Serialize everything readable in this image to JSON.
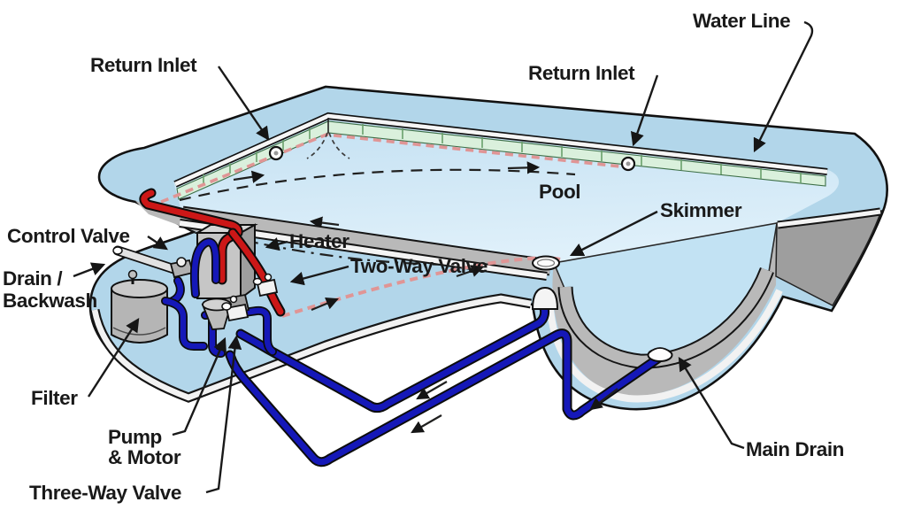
{
  "labels": {
    "water_line": "Water Line",
    "return_inlet_left": "Return Inlet",
    "return_inlet_right": "Return Inlet",
    "pool": "Pool",
    "skimmer": "Skimmer",
    "control_valve": "Control Valve",
    "heater": "Heater",
    "two_way_valve": "Two-Way Valve",
    "drain_backwash_line1": "Drain /",
    "drain_backwash_line2": "Backwash",
    "filter": "Filter",
    "pump_motor_line1": "Pump",
    "pump_motor_line2": "& Motor",
    "three_way_valve": "Three-Way Valve",
    "main_drain": "Main Drain"
  },
  "colors": {
    "label": "#191919",
    "deck": "#b2d6ea",
    "water": "#cde7f5",
    "bowl_water": "#c2e2f3",
    "tile": "#daf0dc",
    "tile_tick": "#69a06b",
    "shell_gray": "#b9b9b9",
    "dark_gray": "#9e9e9e",
    "pipe_blue": "#1518b8",
    "pipe_red": "#cc1717",
    "return_dash": "#e09595",
    "background": "#ffffff"
  }
}
